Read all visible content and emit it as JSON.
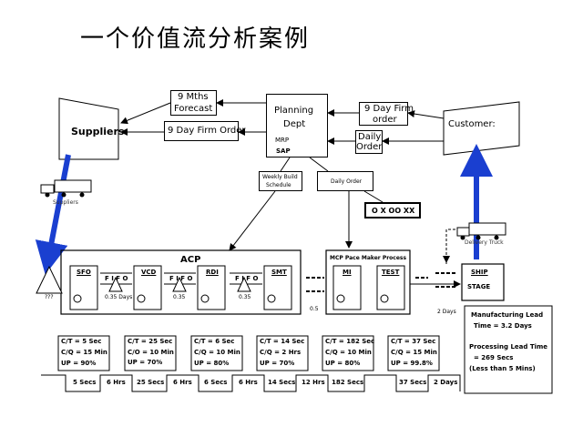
{
  "title": "一个价值流分析案例",
  "top": {
    "forecast": [
      "9 Mths",
      "Forecast"
    ],
    "firm_order_left": "9 Day Firm Order",
    "planning": [
      "Planning",
      "Dept"
    ],
    "mrp": "MRP",
    "sap": "SAP",
    "firm_order_right": [
      "9 Day Firm",
      "order"
    ],
    "daily_order_box": [
      "Daily",
      "Order"
    ],
    "suppliers": "Suppliers",
    "customer": "Customer:",
    "weekly_build": [
      "Weekly Build",
      "Schedule"
    ],
    "daily_order_mid": "Daily Order",
    "oxoo": "O X OO XX",
    "suppliers_truck": "Suppliers",
    "delivery_truck": "Delivery Truck"
  },
  "plant": {
    "acp": "ACP",
    "mcp": "MCP Pace Maker Process",
    "fifo": "F I F O",
    "processes": [
      "SFO",
      "VCD",
      "RDI",
      "SMT",
      "MI",
      "TEST",
      "SHIP"
    ],
    "stage": "STAGE",
    "inventory_labels": [
      "???",
      "0.35 Days",
      "0.35",
      "0.35",
      "0.5",
      "2 Days"
    ]
  },
  "data_boxes": [
    [
      "C/T = 5 Sec",
      "C/Q = 15 Min",
      "UP = 90%"
    ],
    [
      "C/T = 25 Sec",
      "C/O = 10 Min",
      "UP = 70%"
    ],
    [
      "C/T = 6 Sec",
      "C/Q = 10 Min",
      "UP = 80%"
    ],
    [
      "C/T = 14 Sec",
      "C/Q = 2 Hrs",
      "UP = 70%"
    ],
    [
      "C/T = 182 Sec",
      "C/Q = 10 Min",
      "UP = 80%"
    ],
    [
      "C/T = 37 Sec",
      "C/Q = 15 Min",
      "UP = 99.8%"
    ]
  ],
  "timeline": {
    "process_times": [
      "5 Secs",
      "25 Secs",
      "6 Secs",
      "14 Secs",
      "182 Secs",
      "37 Secs"
    ],
    "wait_times": [
      "6 Hrs",
      "6 Hrs",
      "6 Hrs",
      "12 Hrs",
      "2 Days"
    ]
  },
  "summary": {
    "mlt_label": "Manufacturing Lead",
    "mlt_value": "Time = 3.2 Days",
    "plt_label": "Processing Lead Time",
    "plt_value": "= 269 Secs",
    "plt_note": "(Less than 5 Mins)"
  },
  "colors": {
    "arrow_blue": "#1a3fd0",
    "line": "#000000"
  }
}
